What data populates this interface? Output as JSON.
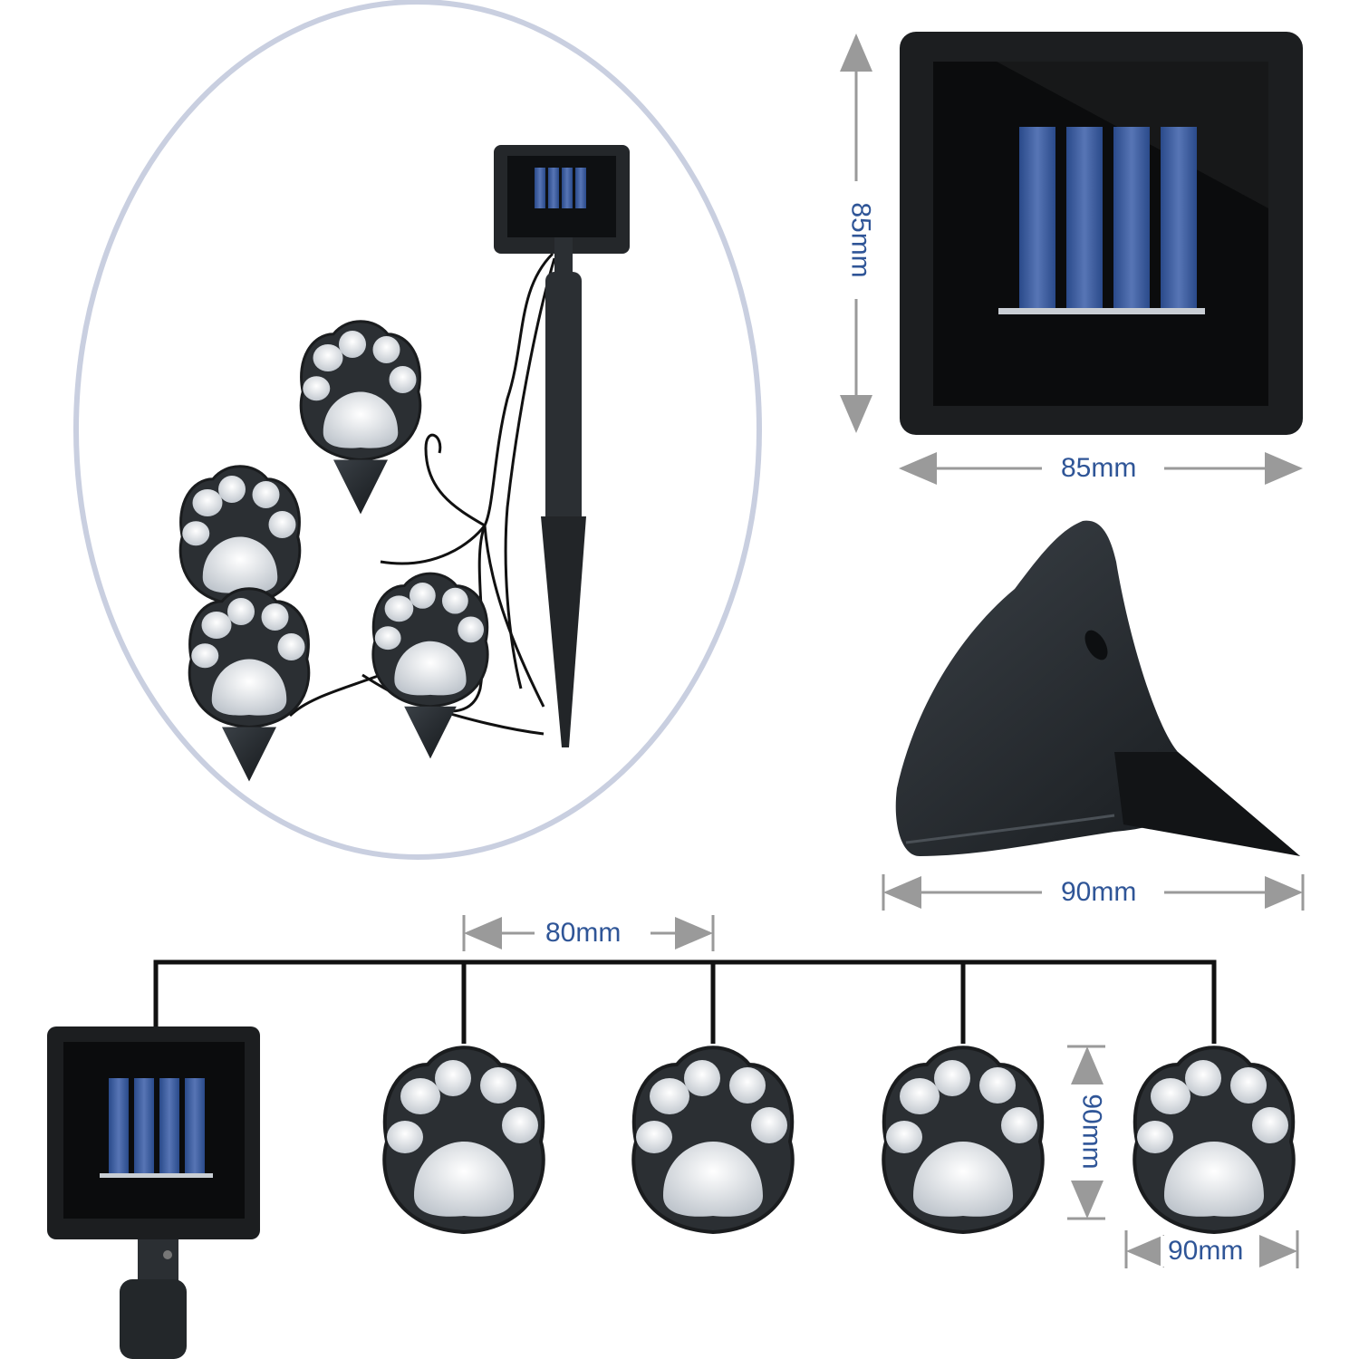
{
  "product": {
    "components": [
      "solar-panel",
      "ground-stake",
      "paw-light",
      "paw-light",
      "paw-light",
      "paw-light"
    ],
    "paw_light_count": 4
  },
  "dimensions": {
    "panel_height": "85mm",
    "panel_width": "85mm",
    "light_width_side": "90mm",
    "light_spacing": "80mm",
    "light_height": "90mm",
    "light_width": "90mm"
  },
  "colors": {
    "dimension_text": "#2f5597",
    "dimension_line": "#9a9a9a",
    "housing": "#2b2f33",
    "panel_frame": "#1c1e20",
    "solar_cell": "#2d4d8e",
    "paw_lens": "#dde1e6",
    "wire": "#111111",
    "ellipse_outline": "#c9cfe0"
  }
}
